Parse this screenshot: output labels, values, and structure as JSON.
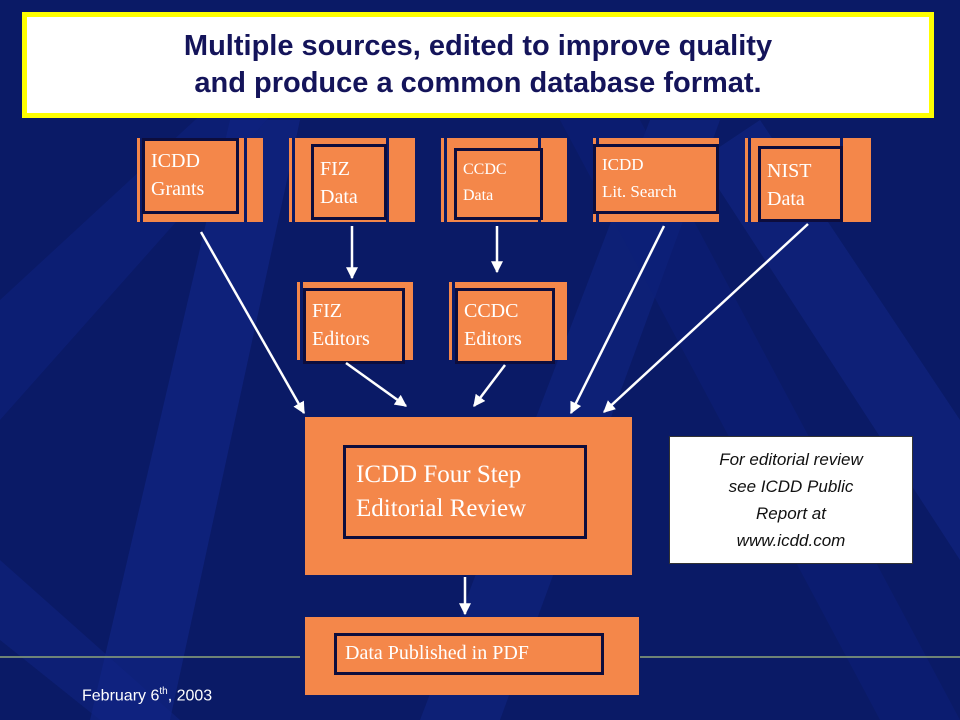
{
  "slide": {
    "title_line1": "Multiple sources, edited to improve quality",
    "title_line2": "and produce a common database format.",
    "sources": [
      {
        "line1": "ICDD",
        "line2": "Grants"
      },
      {
        "line1": "FIZ",
        "line2": "Data"
      },
      {
        "line1": "CCDC",
        "line2": "Data"
      },
      {
        "line1": "ICDD",
        "line2": "Lit. Search"
      },
      {
        "line1": "NIST",
        "line2": "Data"
      }
    ],
    "editors": [
      {
        "line1": "FIZ",
        "line2": "Editors"
      },
      {
        "line1": "CCDC",
        "line2": "Editors"
      }
    ],
    "review": {
      "line1": "ICDD Four Step",
      "line2": "Editorial Review"
    },
    "published": "Data Published in PDF",
    "note": {
      "line1": "For editorial review",
      "line2": "see ICDD Public",
      "line3": "Report at",
      "line4": "www.icdd.com"
    },
    "footer": {
      "month_day": "February 6",
      "suffix": "th",
      "year": ", 2003"
    }
  },
  "colors": {
    "background": "#0a1a66",
    "box_fill": "#f4874a",
    "title_border": "#ffff00",
    "box_border": "#0d0d3d",
    "arrow": "#ffffff"
  }
}
